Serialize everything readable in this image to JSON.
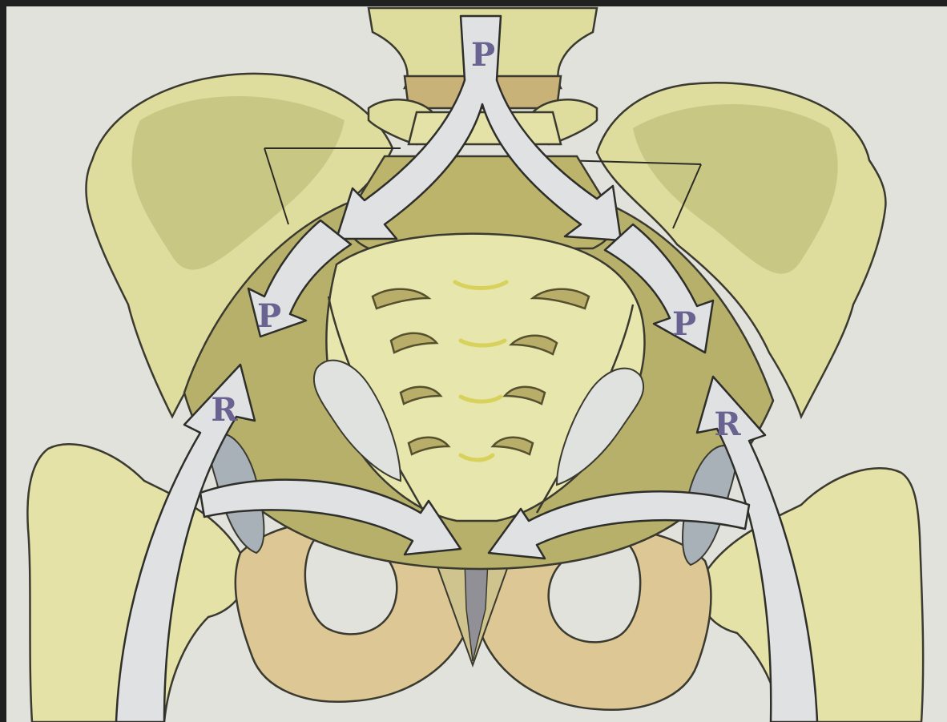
{
  "diagram": {
    "labels": {
      "p_top": "P",
      "p_left": "P",
      "p_right": "P",
      "r_left": "R",
      "r_right": "R"
    },
    "colors": {
      "background": "#e2e2dc",
      "border": "#202020",
      "bone_light": "#dedd9e",
      "bone_mid": "#c6c57e",
      "bone_dark": "#a7a15c",
      "sacrum": "#e7e6ac",
      "femur": "#d9c79a",
      "arrow_fill": "#dfe1e3",
      "cartilage": "#a8b0b8",
      "outline": "#3a3a30",
      "label": "#6a6290"
    }
  }
}
